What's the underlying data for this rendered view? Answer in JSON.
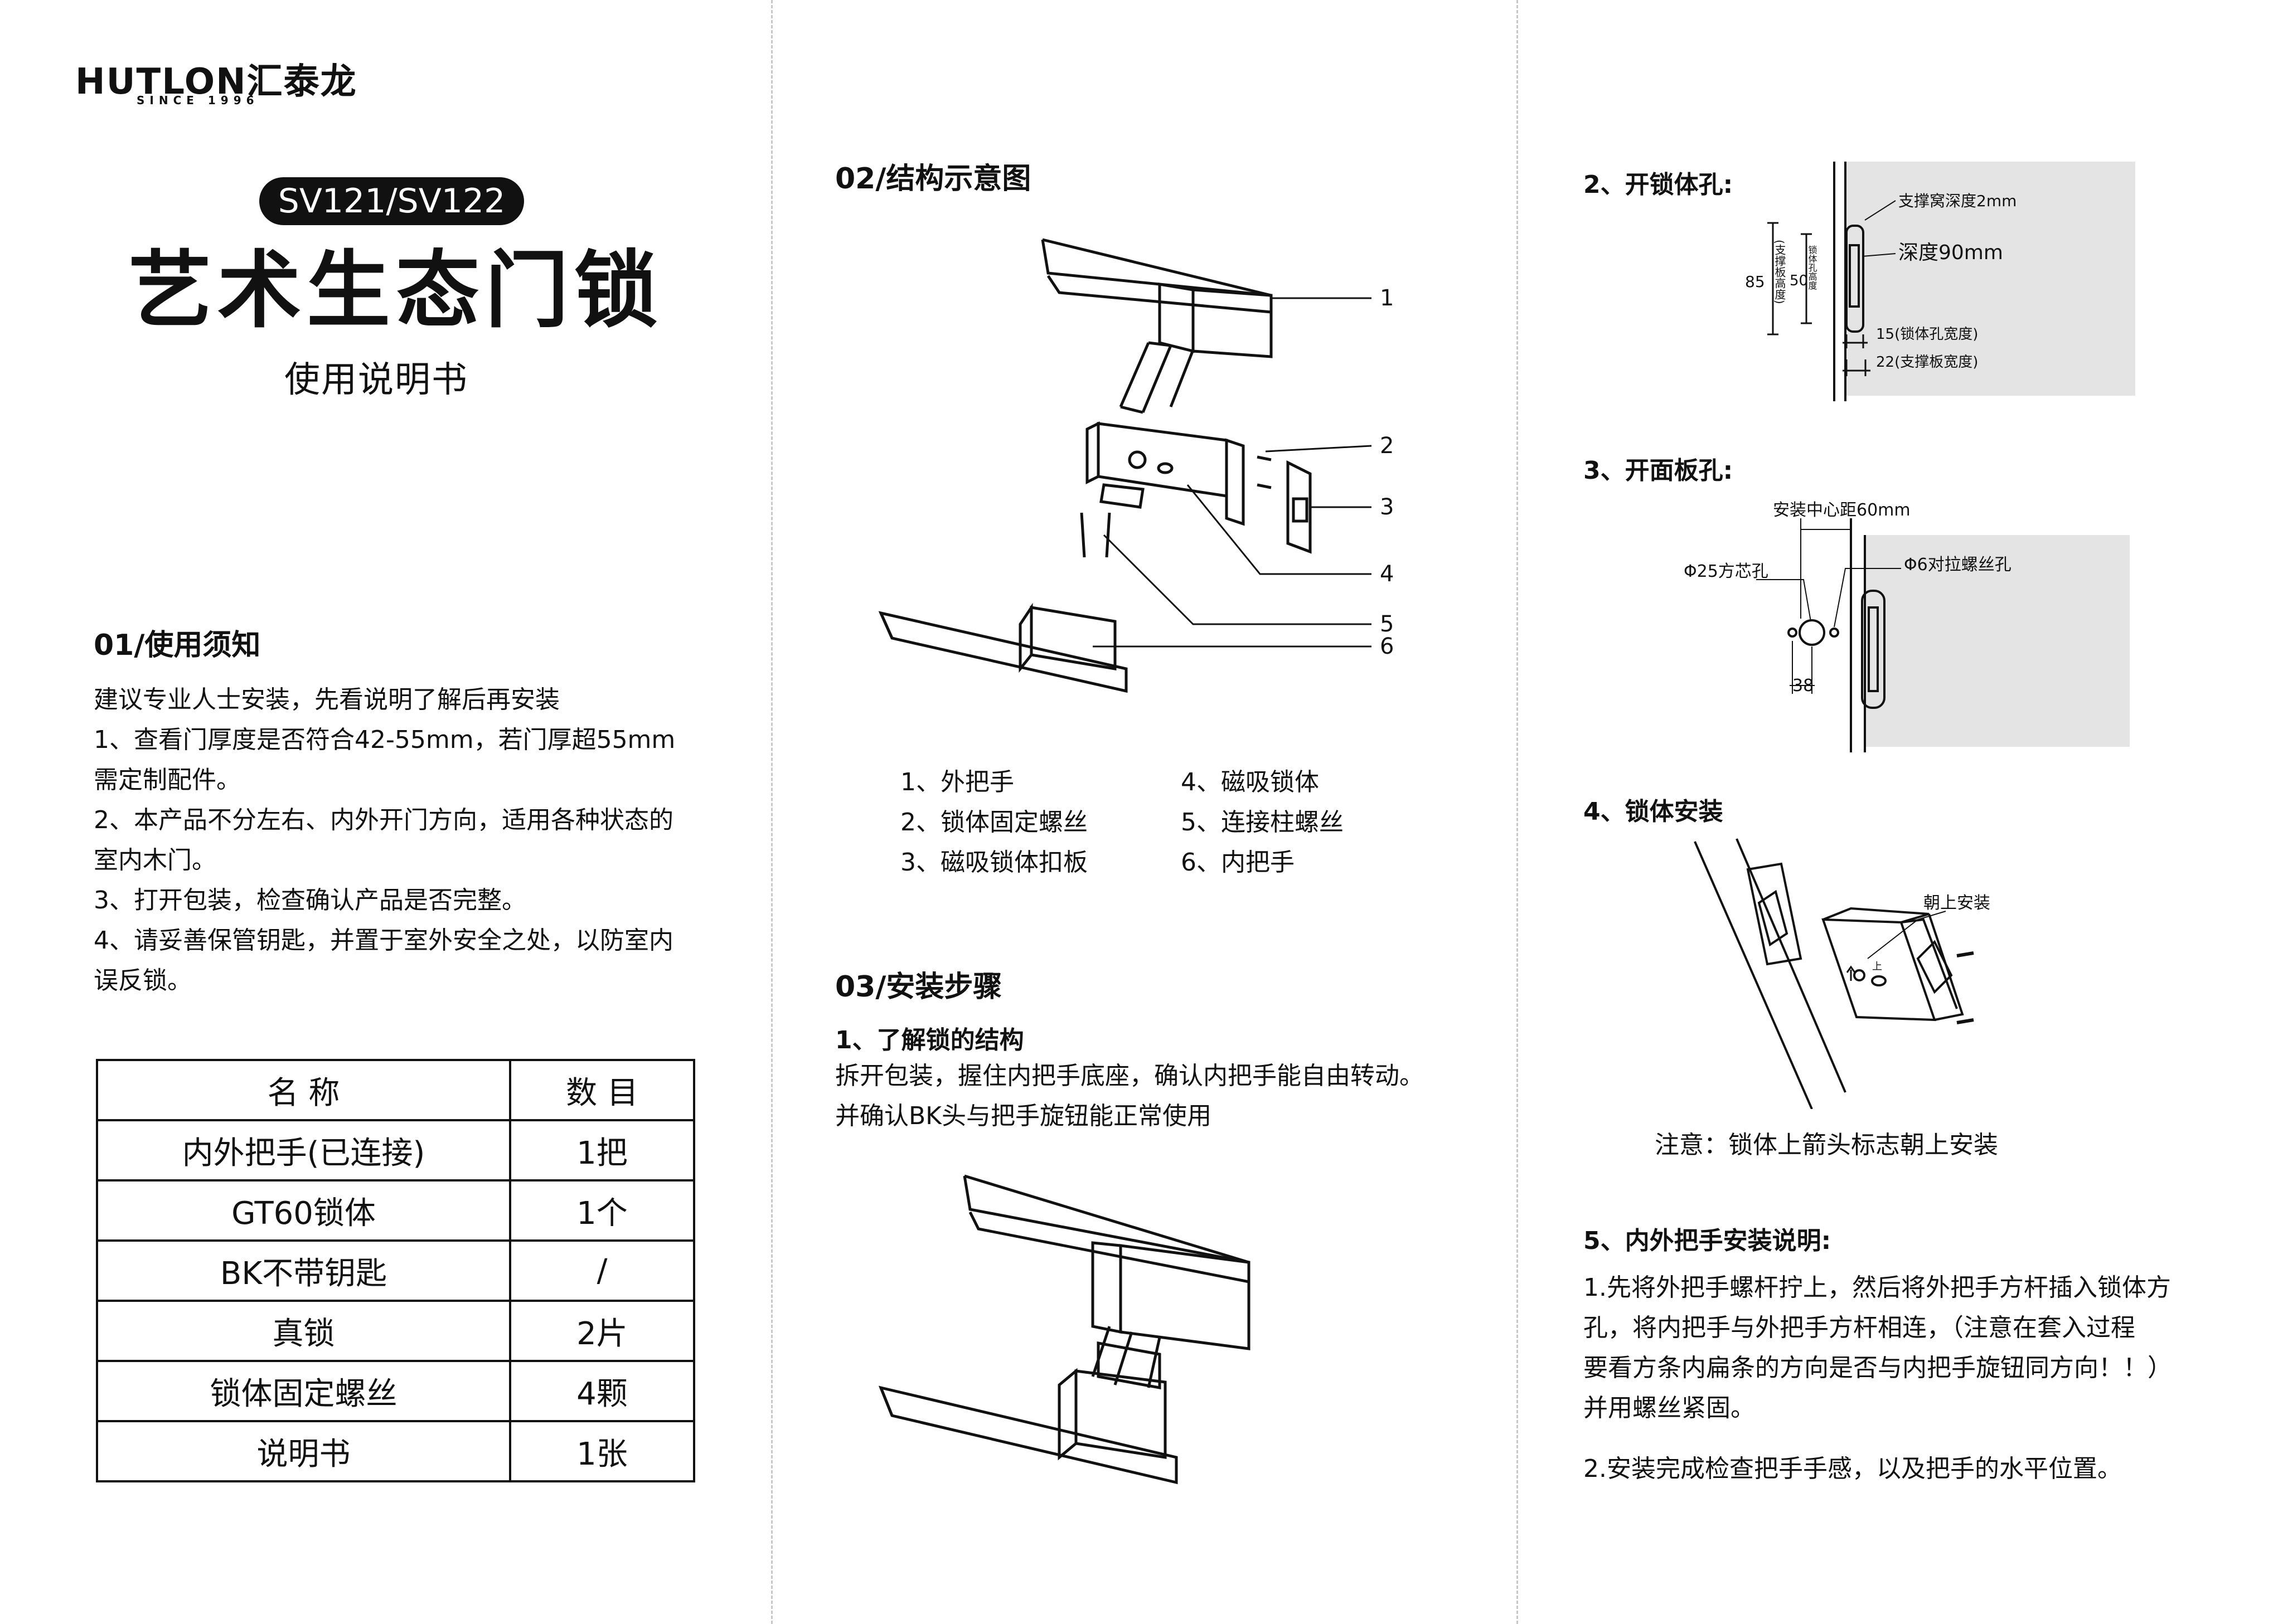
{
  "brand": {
    "logo": "HUTLON汇泰龙",
    "since": "SINCE 1996"
  },
  "cover": {
    "model": "SV121/SV122",
    "title": "艺术生态门锁",
    "subtitle": "使用说明书"
  },
  "notice": {
    "heading": "01/使用须知",
    "lines": [
      "建议专业人士安装，先看说明了解后再安装",
      "1、查看门厚度是否符合42-55mm，若门厚超55mm",
      "需定制配件。",
      "2、本产品不分左右、内外开门方向，适用各种状态的",
      "室内木门。",
      "3、打开包装，检查确认产品是否完整。",
      "4、请妥善保管钥匙，并置于室外安全之处，以防室内",
      "误反锁。"
    ]
  },
  "parts_table": {
    "headers": [
      "名 称",
      "数 目"
    ],
    "rows": [
      [
        "内外把手(已连接)",
        "1把"
      ],
      [
        "GT60锁体",
        "1个"
      ],
      [
        "BK不带钥匙",
        "/"
      ],
      [
        "真锁",
        "2片"
      ],
      [
        "锁体固定螺丝",
        "4颗"
      ],
      [
        "说明书",
        "1张"
      ]
    ]
  },
  "structure": {
    "heading": "02/结构示意图",
    "callouts": [
      "1",
      "2",
      "3",
      "4",
      "5",
      "6"
    ],
    "legend": [
      "1、外把手",
      "4、磁吸锁体",
      "2、锁体固定螺丝",
      "5、连接柱螺丝",
      "3、磁吸锁体扣板",
      "6、内把手"
    ]
  },
  "install": {
    "heading": "03/安装步骤",
    "step1_title": "1、了解锁的结构",
    "step1_lines": [
      "拆开包装，握住内把手底座，确认内把手能自由转动。",
      "并确认BK头与把手旋钮能正常使用"
    ],
    "step2_title": "2、开锁体孔:",
    "step2_labels": {
      "support_depth": "支撑窝深度2mm",
      "depth": "深度90mm",
      "h85": "85",
      "support_height": "(支撑板高度)",
      "h50": "50",
      "lockbody_height": "锁体孔高度",
      "w15": "15(锁体孔宽度)",
      "w22": "22(支撑板宽度)"
    },
    "step3_title": "3、开面板孔:",
    "step3_labels": {
      "center": "安装中心距60mm",
      "square": "Φ25方芯孔",
      "screw": "Φ6对拉螺丝孔",
      "d38": "38"
    },
    "step4_title": "4、锁体安装",
    "step4_label": "朝上安装",
    "step4_up": "上",
    "step4_note": "注意：锁体上箭头标志朝上安装",
    "step5_title": "5、内外把手安装说明:",
    "step5_lines": [
      "1.先将外把手螺杆拧上，然后将外把手方杆插入锁体方",
      "孔，将内把手与外把手方杆相连，（注意在套入过程",
      "要看方条内扁条的方向是否与内把手旋钮同方向！！）",
      "并用螺丝紧固。"
    ],
    "step5_line2": "2.安装完成检查把手手感，以及把手的水平位置。"
  }
}
